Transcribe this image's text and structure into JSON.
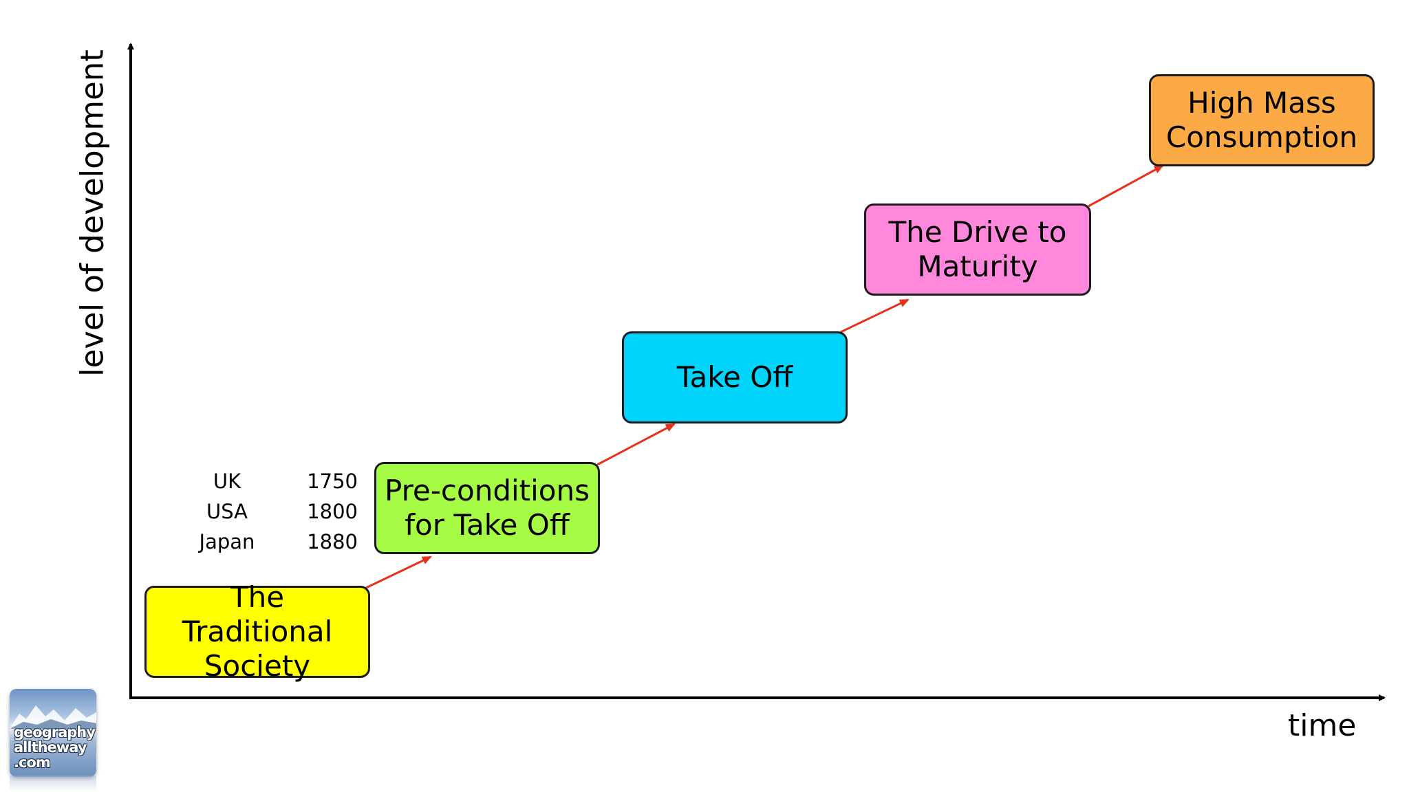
{
  "axes": {
    "y_label": "level of development",
    "x_label": "time"
  },
  "stages": [
    {
      "lines": [
        "The Traditional",
        "Society"
      ],
      "color": "#ffff00"
    },
    {
      "lines": [
        "Pre-conditions",
        "for Take Off"
      ],
      "color": "#a6fb45"
    },
    {
      "lines": [
        "Take Off"
      ],
      "color": "#00d4fb"
    },
    {
      "lines": [
        "The Drive to",
        "Maturity"
      ],
      "color": "#ff88dd"
    },
    {
      "lines": [
        "High Mass",
        "Consumption"
      ],
      "color": "#fcaa46"
    }
  ],
  "dates": [
    {
      "country": "UK",
      "year": "1750"
    },
    {
      "country": "USA",
      "year": "1800"
    },
    {
      "country": "Japan",
      "year": "1880"
    }
  ],
  "logo": {
    "lines": [
      "geography",
      "alltheway",
      ".com"
    ]
  },
  "colors": {
    "arrow": "#e8301c",
    "axis": "#000000",
    "border": "#1a1a1a"
  }
}
